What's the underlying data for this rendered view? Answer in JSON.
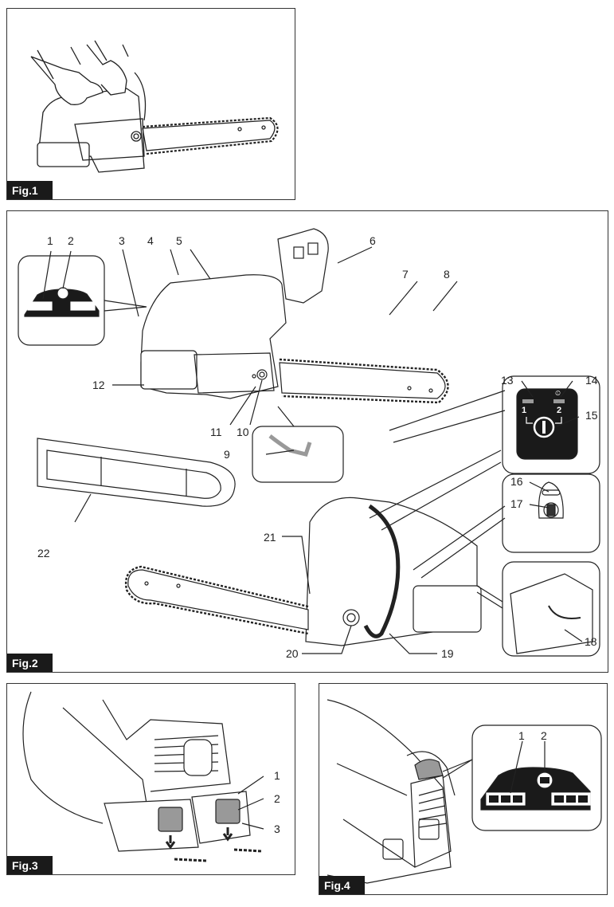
{
  "figures": [
    {
      "id": "fig1",
      "label": "Fig.1",
      "description": "Hands gripping rear handle of chain saw"
    },
    {
      "id": "fig2",
      "label": "Fig.2",
      "description": "Parts description of chain saw",
      "callouts": [
        "1",
        "2",
        "3",
        "4",
        "5",
        "6",
        "7",
        "8",
        "9",
        "10",
        "11",
        "12",
        "13",
        "14",
        "15",
        "16",
        "17",
        "18",
        "19",
        "20",
        "21",
        "22"
      ],
      "switch_panel": {
        "mode_1": "1",
        "mode_2": "2",
        "timer_symbol": "⏲"
      }
    },
    {
      "id": "fig3",
      "label": "Fig.3",
      "description": "Removing battery cartridges",
      "callouts": [
        "1",
        "2",
        "3"
      ]
    },
    {
      "id": "fig4",
      "label": "Fig.4",
      "description": "Battery indicator lamps",
      "callouts": [
        "1",
        "2"
      ]
    }
  ],
  "colors": {
    "line": "#222222",
    "panel": "#1a1a1a",
    "lamp": "#9a9a9a"
  }
}
